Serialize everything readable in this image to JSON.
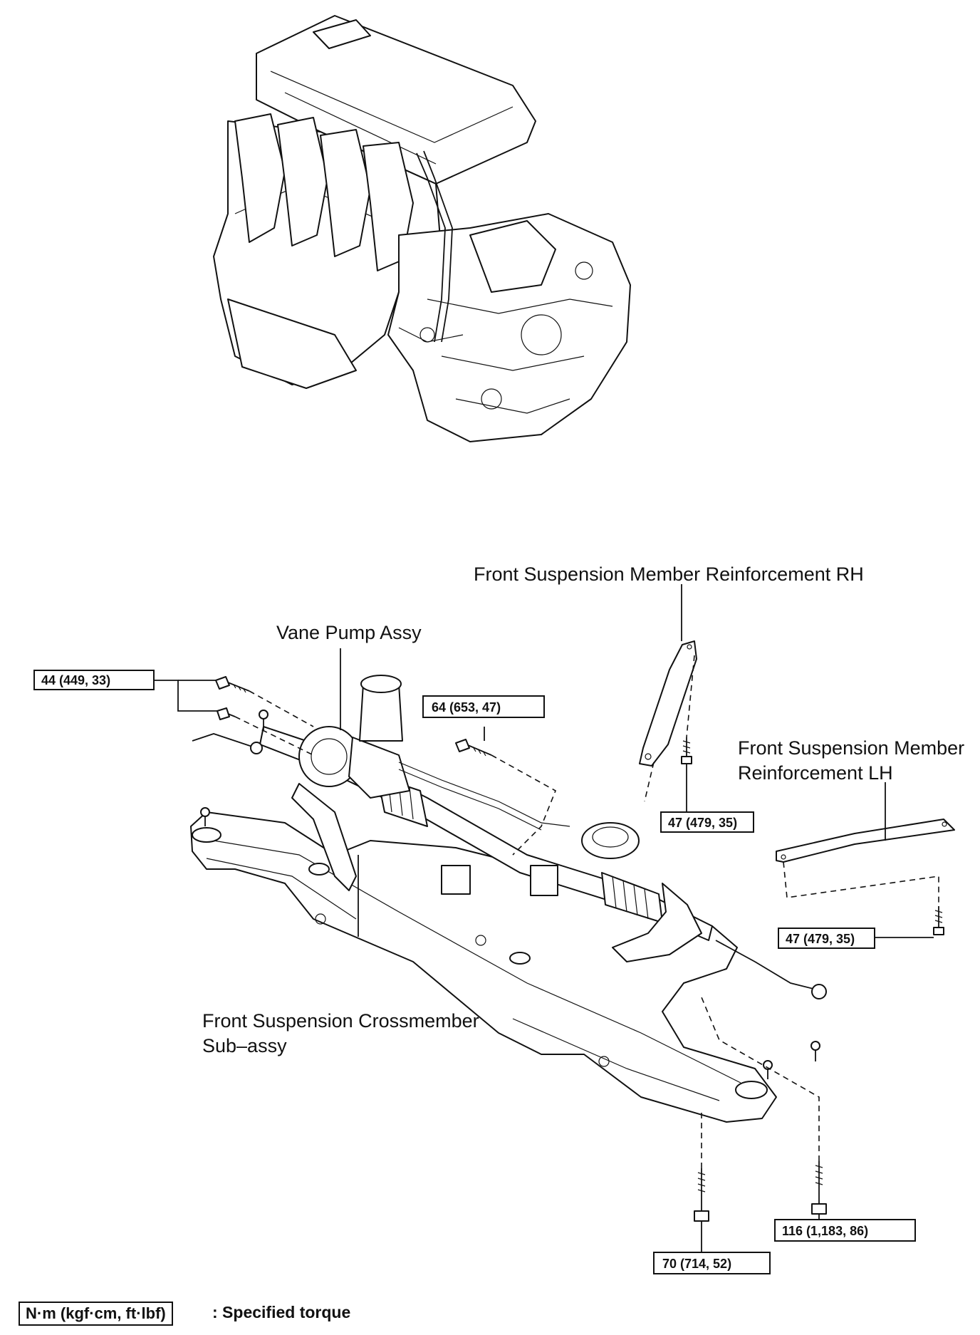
{
  "labels": {
    "rh": "Front Suspension Member Reinforcement RH",
    "vane_pump": "Vane Pump Assy",
    "lh_line1": "Front Suspension Member",
    "lh_line2": "Reinforcement LH",
    "crossmember_line1": "Front Suspension Crossmember",
    "crossmember_line2": "Sub–assy"
  },
  "torques": {
    "t44": "44 (449, 33)",
    "t64": "64 (653, 47)",
    "t47_rh": "47 (479, 35)",
    "t47_lh": "47 (479, 35)",
    "t116": "116 (1,183, 86)",
    "t70": "70 (714, 52)"
  },
  "legend": {
    "unit": "N·m (kgf·cm, ft·lbf)",
    "text": ": Specified torque"
  }
}
